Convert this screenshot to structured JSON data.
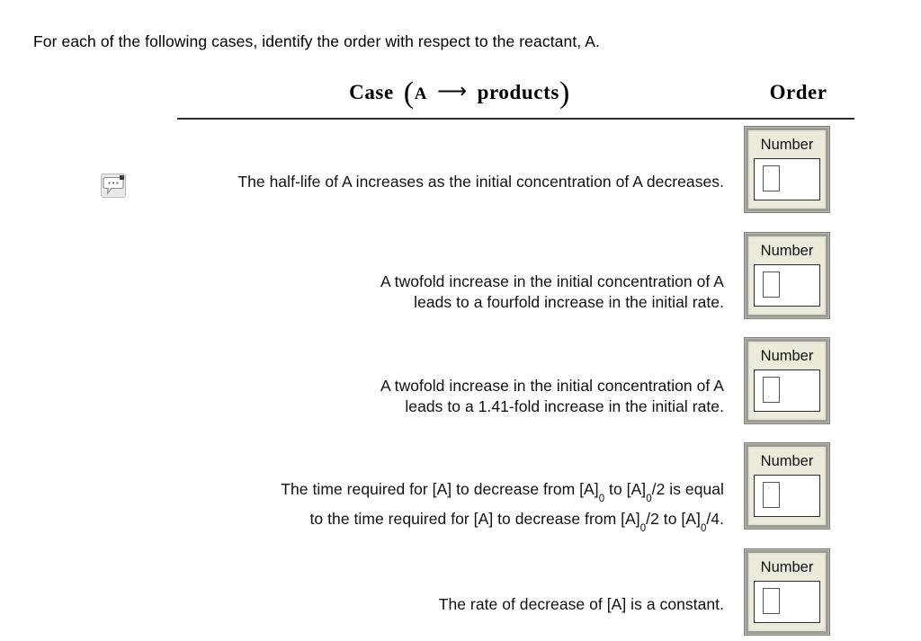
{
  "prompt": "For each of the following cases, identify the order with respect to the reactant, A.",
  "table": {
    "header": {
      "case_label": "Case",
      "open_paren": "(",
      "reactant": "A",
      "arrow": "⟶",
      "products": "products",
      "close_paren": ")",
      "order_label": "Order"
    },
    "rows": [
      {
        "case_lines": [
          "The half-life of A increases as the initial concentration of A decreases."
        ],
        "has_comment_icon": true,
        "answer": {
          "label": "Number",
          "value": "",
          "placeholder": ""
        }
      },
      {
        "case_lines": [
          "A twofold increase in the initial concentration of A",
          "leads to a fourfold increase in the initial rate."
        ],
        "has_comment_icon": false,
        "answer": {
          "label": "Number",
          "value": "",
          "placeholder": ""
        }
      },
      {
        "case_lines": [
          "A twofold increase in the initial concentration of A",
          "leads to a 1.41-fold increase in the initial rate."
        ],
        "has_comment_icon": false,
        "answer": {
          "label": "Number",
          "value": "",
          "placeholder": ""
        }
      },
      {
        "case_lines": [
          "The time required for [A] to decrease from [A]0 to [A]0/2 is equal",
          "to the time required for [A] to decrease from [A]0/2 to [A]0/4."
        ],
        "has_comment_icon": false,
        "answer": {
          "label": "Number",
          "value": "",
          "placeholder": ""
        }
      },
      {
        "case_lines": [
          "The rate of decrease of [A] is a constant."
        ],
        "has_comment_icon": false,
        "answer": {
          "label": "Number",
          "value": "",
          "placeholder": ""
        }
      }
    ]
  },
  "icons": {
    "comment": "comment-bubble-icon"
  },
  "colors": {
    "page_background": "#ffffff",
    "text": "#000000",
    "rule": "#2b2b2b",
    "answer_box_background": "#eceadb",
    "answer_box_border": "#9c9c95",
    "field_background": "#ffffff",
    "field_border": "#2d2d2d",
    "comment_icon_background": "#e9e9e9"
  }
}
